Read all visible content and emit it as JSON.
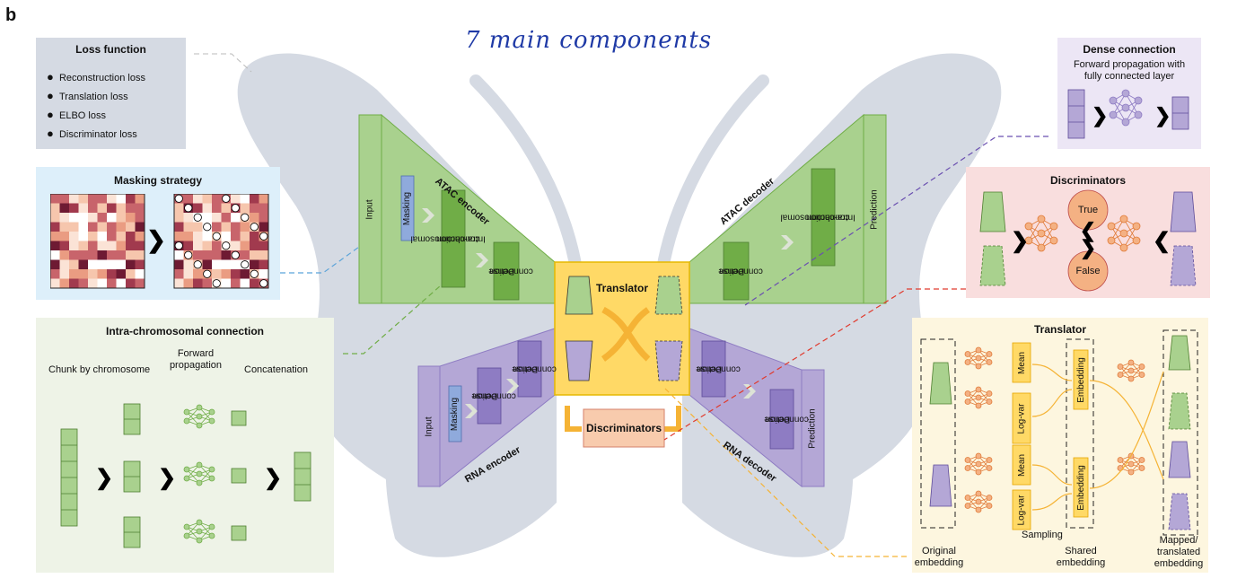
{
  "figure_letter": "b",
  "handwritten_note": "7 main components",
  "loss_panel": {
    "title": "Loss function",
    "items": [
      "Reconstruction loss",
      "Translation loss",
      "ELBO loss",
      "Discriminator loss"
    ]
  },
  "masking_panel": {
    "title": "Masking strategy"
  },
  "intra_panel": {
    "title": "Intra-chromosomal connection",
    "step1": "Chunk by chromosome",
    "step2a": "Forward",
    "step2b": "propagation",
    "step3": "Concatenation"
  },
  "dense_panel": {
    "title": "Dense connection",
    "sub1": "Forward propagation with",
    "sub2": "fully connected layer"
  },
  "disc_panel": {
    "title": "Discriminators",
    "true_label": "True",
    "false_label": "False"
  },
  "translator_panel": {
    "title": "Translator",
    "mean": "Mean",
    "logvar": "Log-var",
    "embedding": "Embedding",
    "sampling": "Sampling",
    "orig1": "Original",
    "orig2": "embedding",
    "shared1": "Shared",
    "shared2": "embedding",
    "mapped1": "Mapped/",
    "mapped2": "translated",
    "mapped3": "embedding"
  },
  "center": {
    "translator": "Translator",
    "discriminators": "Discriminators",
    "atac_encoder": "ATAC encoder",
    "atac_decoder": "ATAC decoder",
    "rna_encoder": "RNA encoder",
    "rna_decoder": "RNA decoder",
    "input": "Input",
    "masking": "Masking",
    "intra1": "Intra-chromosomal",
    "intra2": "connection",
    "dense1": "Dense",
    "dense2": "connection",
    "prediction": "Prediction"
  },
  "colors": {
    "green": "#a9d18e",
    "green_dark": "#70ad47",
    "purple": "#b4a7d6",
    "purple_dark": "#8e7cc3",
    "yellow": "#ffd966",
    "orange": "#f4b183",
    "butterfly": "#d5dae3"
  }
}
